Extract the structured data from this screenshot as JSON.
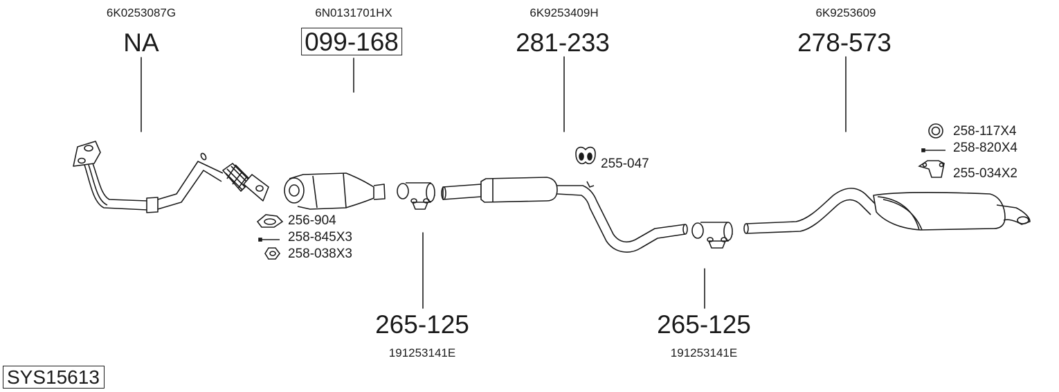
{
  "diagram": {
    "system_code": "SYS15613",
    "parts": [
      {
        "id": "downpipe",
        "oem": "6K0253087G",
        "number": "NA",
        "boxed": false
      },
      {
        "id": "catalyst",
        "oem": "6N0131701HX",
        "number": "099-168",
        "boxed": true
      },
      {
        "id": "middle-silencer",
        "oem": "6K9253409H",
        "number": "281-233",
        "boxed": false
      },
      {
        "id": "rear-silencer",
        "oem": "6K9253609",
        "number": "278-573",
        "boxed": false
      },
      {
        "id": "clamp-1",
        "oem": "191253141E",
        "number": "265-125",
        "boxed": false
      },
      {
        "id": "clamp-2",
        "oem": "191253141E",
        "number": "265-125",
        "boxed": false
      }
    ],
    "accessories": {
      "gasket": "256-904",
      "bolt_front": "258-845X3",
      "nut": "258-038X3",
      "rubber_mount_mid": "255-047",
      "ring": "258-117X4",
      "bolt_rear": "258-820X4",
      "rubber_mount_rear": "255-034X2"
    }
  }
}
